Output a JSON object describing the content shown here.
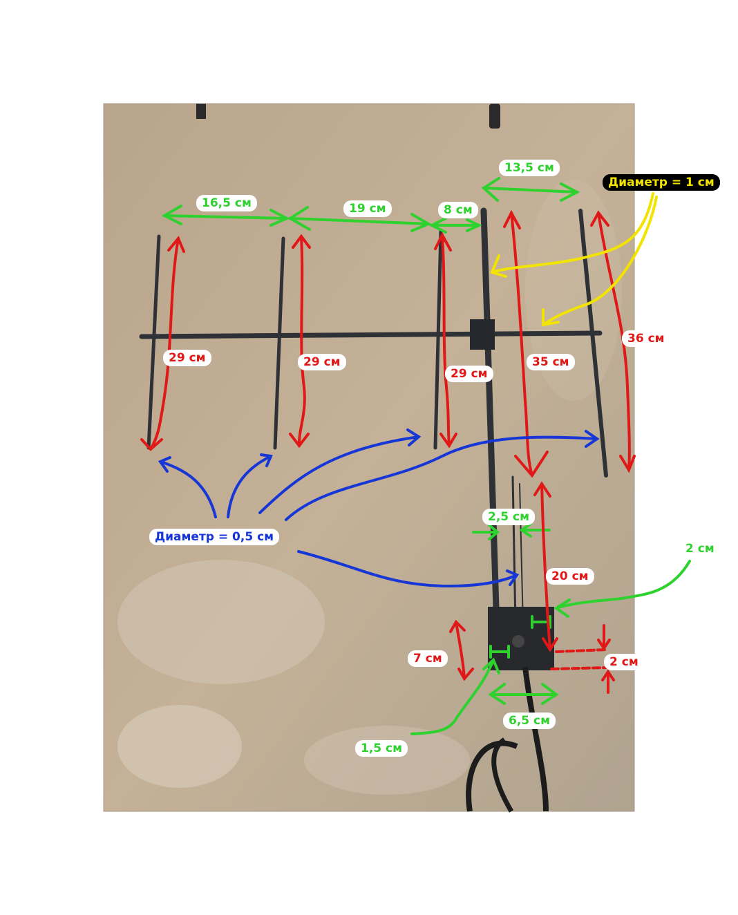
{
  "colors": {
    "spacing_marks": "#2fd12f",
    "length_marks": "#e01818",
    "thin_rod_marks": "#1736d6",
    "thick_rod_marks": "#f2e400"
  },
  "labels": {
    "spacing_1": "16,5 см",
    "spacing_2": "19 см",
    "spacing_3": "8 см",
    "spacing_4": "13,5 см",
    "thick_diameter": "Диаметр = 1 см",
    "len_1": "29 см",
    "len_2": "29 см",
    "len_3": "29 см",
    "len_4": "35 см",
    "len_5": "36 см",
    "thin_diameter": "Диаметр = 0,5 см",
    "gap_1": "2,5 см",
    "gap_2": "2 см",
    "len_6": "20 см",
    "len_7": "7 см",
    "gap_3": "2 см",
    "width_1": "6,5 см",
    "gap_4": "1,5 см"
  }
}
